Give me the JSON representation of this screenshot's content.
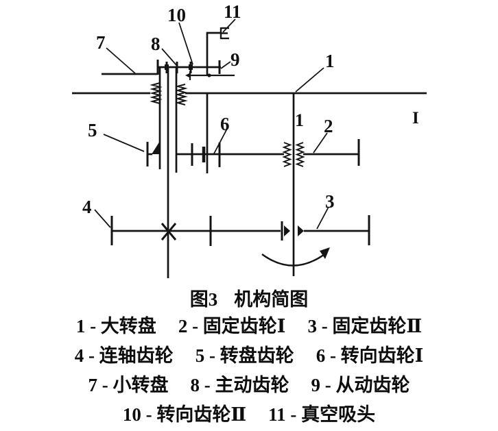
{
  "colors": {
    "ink": "#141414",
    "background": "#ffffff"
  },
  "caption": {
    "fig_no": "图3",
    "title": "机构简图"
  },
  "legend": {
    "rows": [
      [
        "1 - 大转盘",
        "2 - 固定齿轮Ⅰ",
        "3 - 固定齿轮Ⅱ"
      ],
      [
        "4 - 连轴齿轮",
        "5 - 转盘齿轮",
        "6 - 转向齿轮Ⅰ"
      ],
      [
        "7 - 小转盘",
        "8 - 主动齿轮",
        "9 - 从动齿轮"
      ],
      [
        "10 - 转向齿轮Ⅱ",
        "11 - 真空吸头"
      ]
    ]
  },
  "diagram": {
    "labels": {
      "n1": "1",
      "n2": "2",
      "n3": "3",
      "n4": "4",
      "n5": "5",
      "n6": "6",
      "n7": "7",
      "n8": "8",
      "n9": "9",
      "n10": "10",
      "n11": "11",
      "shaft_mark": "1",
      "axis_mark": "I"
    }
  }
}
